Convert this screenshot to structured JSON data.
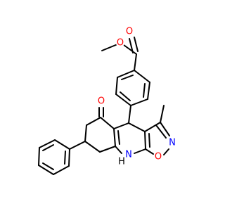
{
  "molecule": {
    "atoms": {
      "ester_o1": {
        "symbol": "O",
        "color": "#ff0000"
      },
      "ester_o2": {
        "symbol": "O",
        "color": "#ff0000"
      },
      "ketone_o": {
        "symbol": "O",
        "color": "#ff0000"
      },
      "ring_n": {
        "symbol": "N",
        "color": "#0000ff"
      },
      "ring_o": {
        "symbol": "O",
        "color": "#ff0000"
      },
      "nh_n": {
        "symbol": "N",
        "color": "#0000ff"
      },
      "nh_h": {
        "symbol": "H",
        "color": "#000000"
      }
    },
    "bond_color": "#000000",
    "background": "#ffffff"
  }
}
